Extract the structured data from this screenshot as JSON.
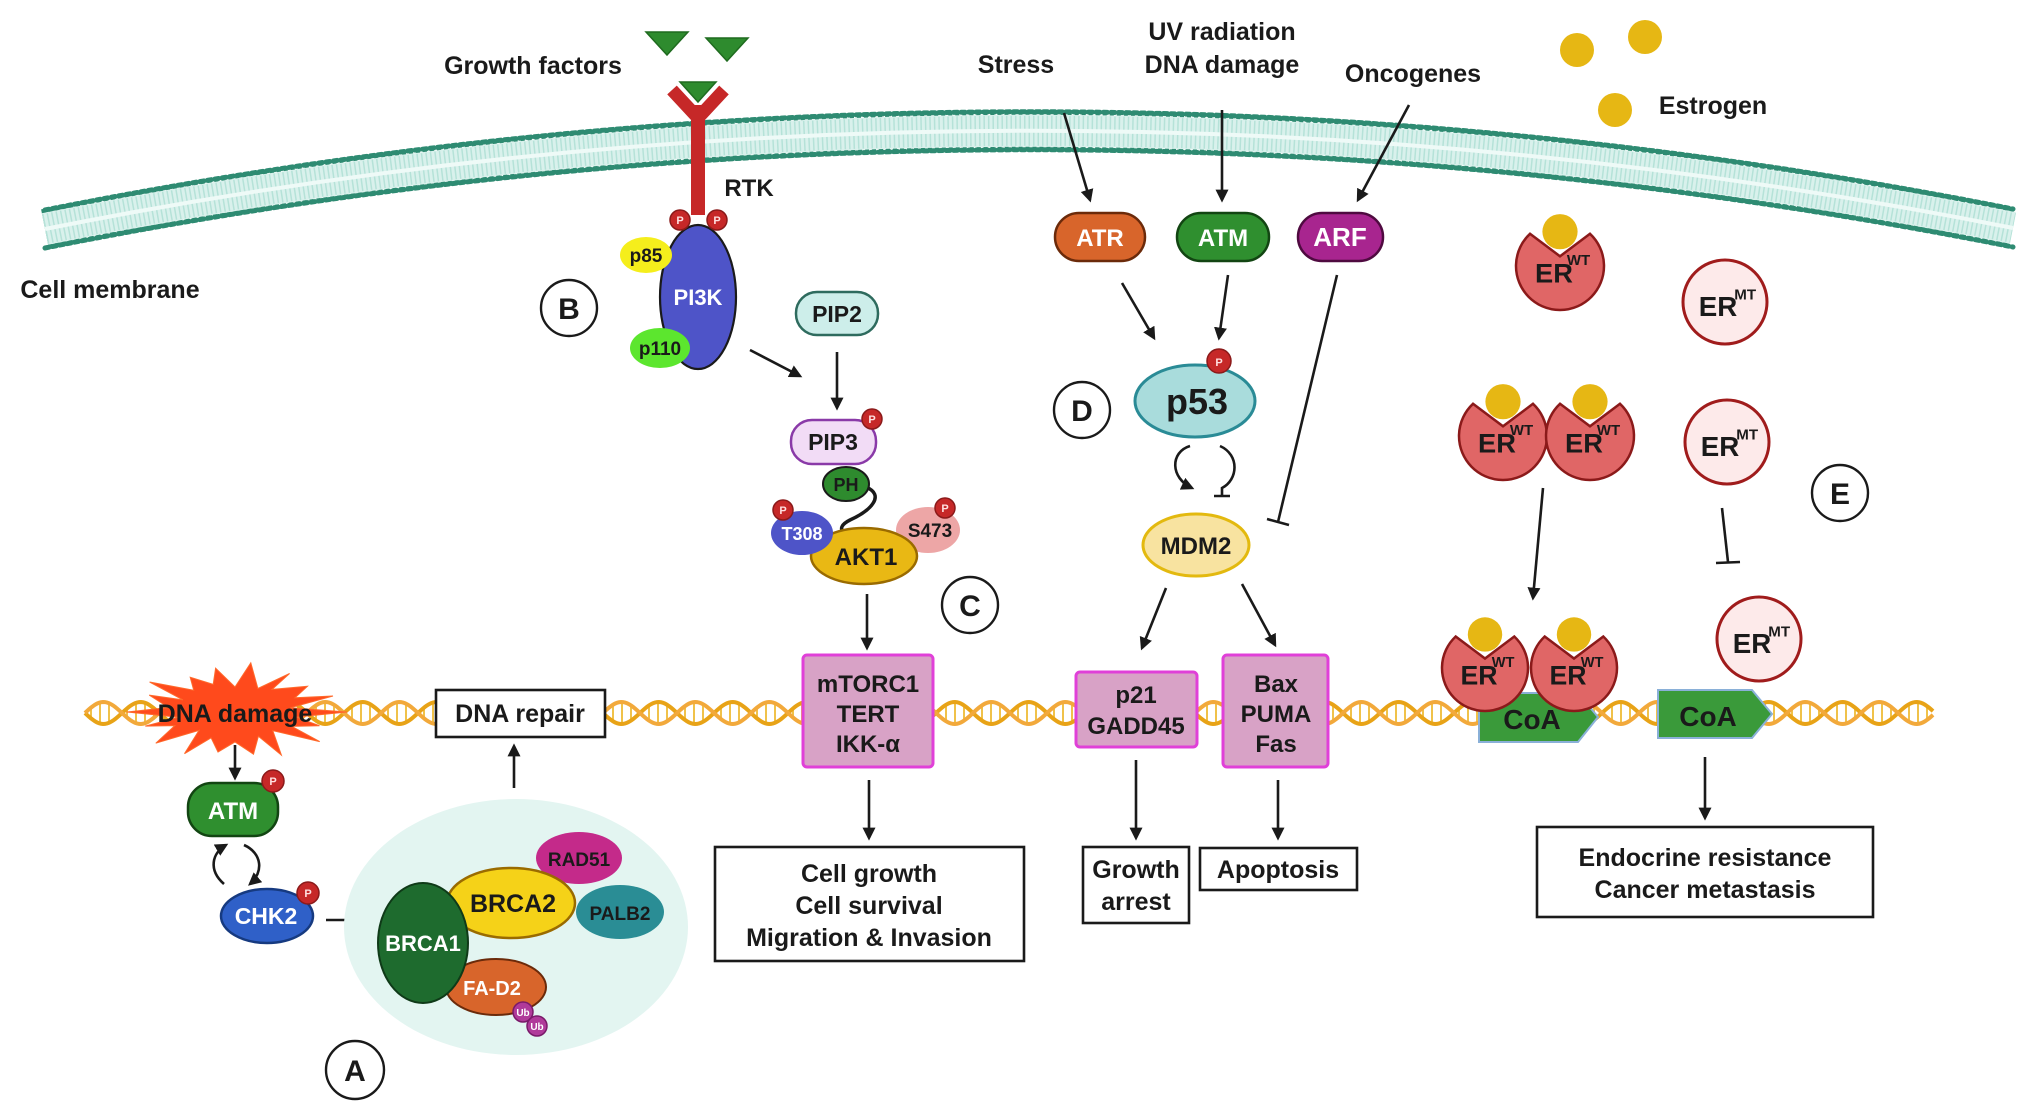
{
  "figure": {
    "type": "signaling-pathway-diagram",
    "membrane_label": "Cell membrane",
    "colors": {
      "membrane_dots": "#2e8b72",
      "membrane_fill": "#d9f1ec",
      "dna": "#e8a317",
      "gene_box_fill": "#d8a2c6",
      "gene_box_border": "#e040d8",
      "phospho": "#c62828"
    }
  },
  "stimuli": {
    "growth_factors": "Growth factors",
    "stress": "Stress",
    "uv_line1": "UV radiation",
    "uv_line2": "DNA damage",
    "oncogenes": "Oncogenes",
    "estrogen": "Estrogen"
  },
  "panels": {
    "a": "A",
    "b": "B",
    "c": "C",
    "d": "D",
    "e": "E"
  },
  "phospho_label": "P",
  "ub_label": "Ub",
  "panel_a": {
    "dna_damage": "DNA damage",
    "dna_repair": "DNA repair",
    "atm": "ATM",
    "chk2": "CHK2",
    "brca1": "BRCA1",
    "brca2": "BRCA2",
    "rad51": "RAD51",
    "palb2": "PALB2",
    "fad2": "FA-D2"
  },
  "panel_b": {
    "rtk": "RTK",
    "pi3k": "PI3K",
    "p85": "p85",
    "p110": "p110"
  },
  "panel_c": {
    "pip2": "PIP2",
    "pip3": "PIP3",
    "ph": "PH",
    "t308": "T308",
    "akt1": "AKT1",
    "s473": "S473",
    "targets": [
      "mTORC1",
      "TERT",
      "IKK-α"
    ],
    "outcomes": [
      "Cell growth",
      "Cell survival",
      "Migration & Invasion"
    ]
  },
  "panel_d": {
    "atr": "ATR",
    "atm": "ATM",
    "arf": "ARF",
    "p53": "p53",
    "mdm2": "MDM2",
    "targets_arrest": [
      "p21",
      "GADD45"
    ],
    "targets_apoptosis": [
      "Bax",
      "PUMA",
      "Fas"
    ],
    "outcome_arrest": [
      "Growth",
      "arrest"
    ],
    "outcome_apoptosis": "Apoptosis"
  },
  "panel_e": {
    "er": "ER",
    "wt_sup": "WT",
    "mt_sup": "MT",
    "coa": "CoA",
    "outcomes": [
      "Endocrine resistance",
      "Cancer metastasis"
    ]
  }
}
